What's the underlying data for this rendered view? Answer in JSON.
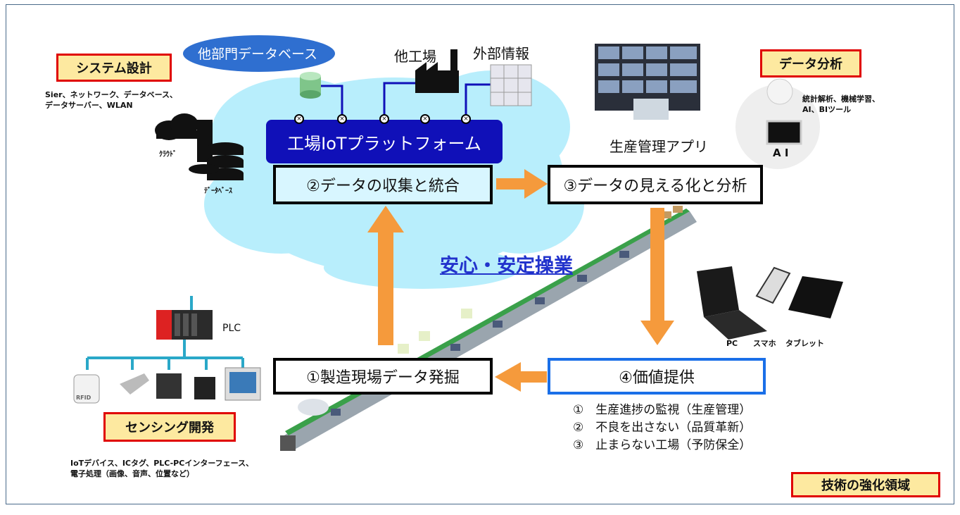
{
  "tags": {
    "system_design": "システム設計",
    "data_analysis": "データ分析",
    "sensing": "センシング開発",
    "tech_area": "技術の強化領域"
  },
  "notes": {
    "system_design": [
      "Sier、ネットワーク、データベース、",
      "データサーバー、WLAN"
    ],
    "data_analysis": [
      "統計解析、機械学習、",
      "AI、BIツール"
    ],
    "sensing": [
      "IoTデバイス、ICタグ、PLC-PCインターフェース、",
      "電子処理（画像、音声、位置など）"
    ]
  },
  "cloud": {
    "other_db": "他部門データベース",
    "other_factory": "他工場",
    "external": "外部情報",
    "platform": "工場IoTプラットフォーム",
    "cloud_label": "ｸﾗｳﾄﾞ",
    "db_label": "ﾃﾞｰﾀﾍﾞｰｽ"
  },
  "steps": {
    "s1": "①製造現場データ発掘",
    "s2": "②データの収集と統合",
    "s3": "③データの見える化と分析",
    "s4": "④価値提供"
  },
  "center_title": "安心・安定操業",
  "apps": {
    "production_app": "生産管理アプリ",
    "ai": "A I",
    "pc": "PC",
    "smartphone": "スマホ",
    "tablet": "タブレット",
    "plc": "PLC",
    "rfid": "RFID"
  },
  "values": [
    "①　生産進捗の監視（生産管理）",
    "②　不良を出さない（品質革新）",
    "③　止まらない工場（予防保全）"
  ],
  "colors": {
    "arrow": "#f59a3c",
    "platform": "#1010b8",
    "cloud": "#b8eefc",
    "tag_border": "#e00000",
    "tag_fill": "#fde9a0",
    "title": "#2233cc"
  }
}
